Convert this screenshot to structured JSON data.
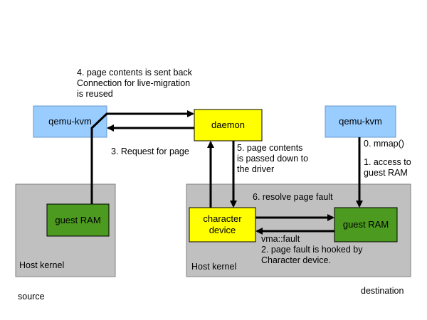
{
  "nodes": {
    "source_host_kernel": "Host kernel",
    "dest_host_kernel": "Host kernel",
    "source_qemu": "qemu-kvm",
    "dest_qemu": "qemu-kvm",
    "daemon": "daemon",
    "source_guest_ram": "guest RAM",
    "dest_guest_ram": "guest RAM",
    "character_device": "character\ndevice"
  },
  "labels": {
    "step4": "4. page contents is sent back\nConnection for live-migration\nis reused",
    "step3": "3. Request for page",
    "step5": "5. page contents\nis passed down to\nthe driver",
    "step0": "0. mmap()",
    "step1": "1. access to\nguest RAM",
    "step6": "6. resolve page fault",
    "step2": "vma::fault\n2. page fault is hooked by\nCharacter device.",
    "source": "source",
    "destination": "destination"
  },
  "colors": {
    "kernel_fill": "#c0c0c0",
    "qemu_fill": "#99ccff",
    "daemon_fill": "#ffff00",
    "ram_fill": "#4c9a1f",
    "border": "#000000"
  }
}
